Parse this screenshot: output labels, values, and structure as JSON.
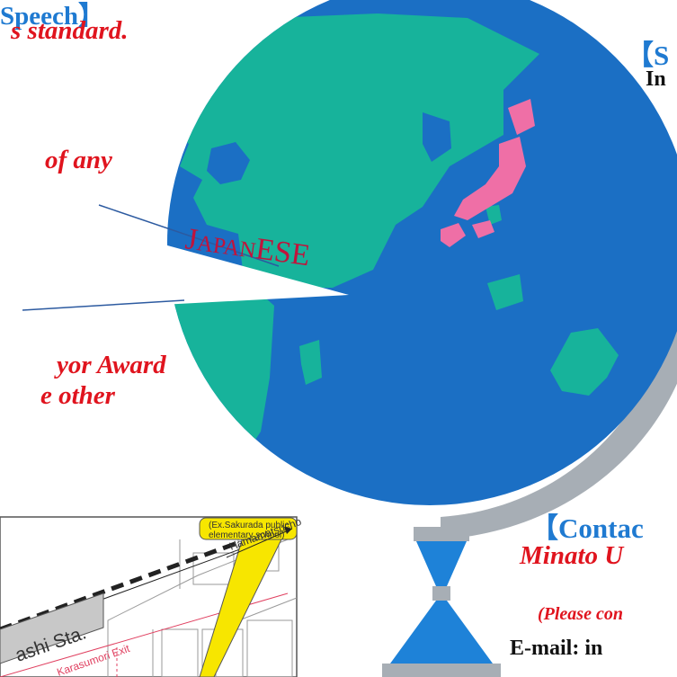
{
  "left_text": {
    "heading_fragment": "Speech】",
    "line1": "s standard.",
    "line2": "of any",
    "line3": "yor Award",
    "line4": "e other"
  },
  "bubble": {
    "brand_parts": [
      "J",
      "APAN",
      "ESE"
    ]
  },
  "map": {
    "school_label_line1": "(Ex.Sakurada public",
    "school_label_line2": "elementary school)",
    "destination": "Hamamatsucho",
    "station": "ashi Sta.",
    "exit": "Karasumori Exit"
  },
  "right_text": {
    "heading_top": "【S",
    "subline_top": "In",
    "contact_heading": "【Contac",
    "contact_org": "Minato U",
    "contact_note": "(Please con",
    "email": "E-mail: in"
  },
  "colors": {
    "ocean": "#1b6fc4",
    "land": "#17b39b",
    "japan": "#ef6fa6",
    "stand": "#a7aeb5",
    "base": "#1e82d8",
    "accent_blue": "#1f7ad1",
    "accent_red": "#e0141e",
    "brand": "#c0143c"
  }
}
